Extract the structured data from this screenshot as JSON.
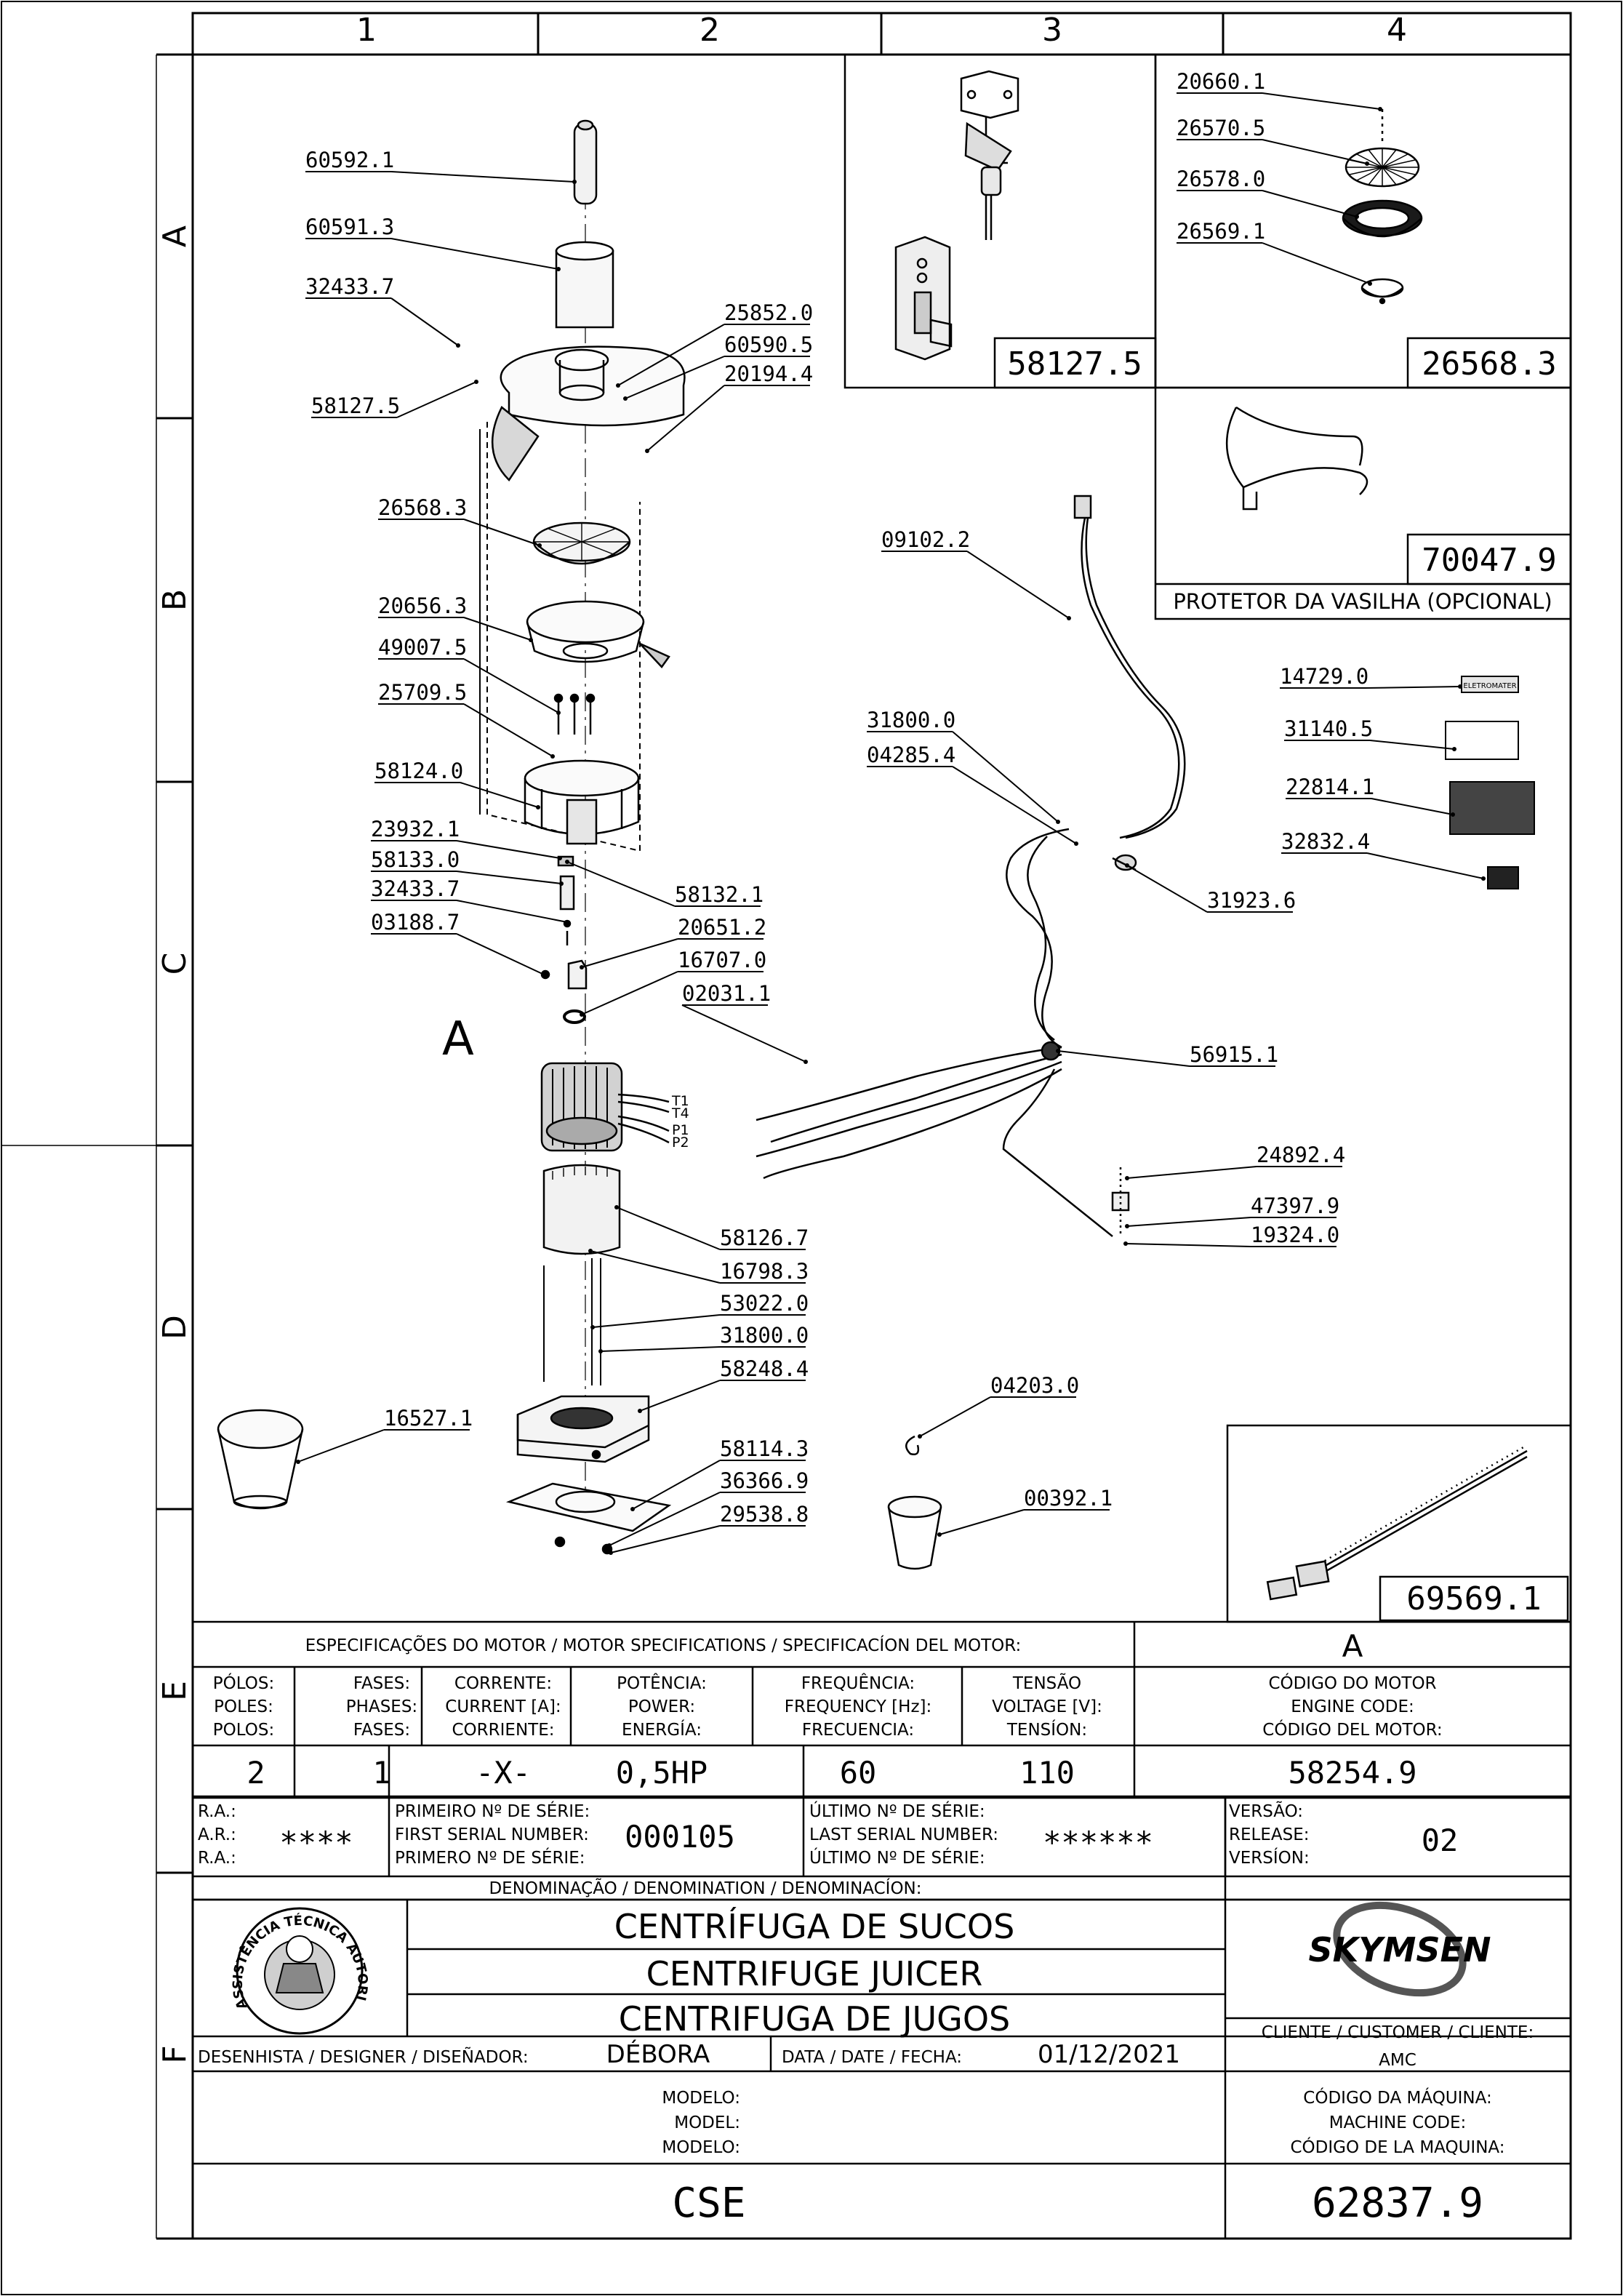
{
  "grid": {
    "columns": [
      "1",
      "2",
      "3",
      "4"
    ],
    "rows": [
      "A",
      "B",
      "C",
      "D",
      "E",
      "F"
    ]
  },
  "callouts": [
    {
      "id": "60592_1",
      "text": "60592.1"
    },
    {
      "id": "60591_3",
      "text": "60591.3"
    },
    {
      "id": "32433_7a",
      "text": "32433.7"
    },
    {
      "id": "58127_5a",
      "text": "58127.5"
    },
    {
      "id": "25852_0",
      "text": "25852.0"
    },
    {
      "id": "60590_5",
      "text": "60590.5"
    },
    {
      "id": "20194_4",
      "text": "20194.4"
    },
    {
      "id": "26568_3a",
      "text": "26568.3"
    },
    {
      "id": "20656_3",
      "text": "20656.3"
    },
    {
      "id": "49007_5",
      "text": "49007.5"
    },
    {
      "id": "25709_5",
      "text": "25709.5"
    },
    {
      "id": "58124_0",
      "text": "58124.0"
    },
    {
      "id": "23932_1",
      "text": "23932.1"
    },
    {
      "id": "58133_0",
      "text": "58133.0"
    },
    {
      "id": "32433_7b",
      "text": "32433.7"
    },
    {
      "id": "03188_7",
      "text": "03188.7"
    },
    {
      "id": "58132_1",
      "text": "58132.1"
    },
    {
      "id": "20651_2",
      "text": "20651.2"
    },
    {
      "id": "16707_0",
      "text": "16707.0"
    },
    {
      "id": "02031_1",
      "text": "02031.1"
    },
    {
      "id": "58126_7",
      "text": "58126.7"
    },
    {
      "id": "16798_3",
      "text": "16798.3"
    },
    {
      "id": "53022_0",
      "text": "53022.0"
    },
    {
      "id": "31800_0b",
      "text": "31800.0"
    },
    {
      "id": "58248_4",
      "text": "58248.4"
    },
    {
      "id": "16527_1",
      "text": "16527.1"
    },
    {
      "id": "58114_3",
      "text": "58114.3"
    },
    {
      "id": "36366_9",
      "text": "36366.9"
    },
    {
      "id": "29538_8",
      "text": "29538.8"
    },
    {
      "id": "04203_0",
      "text": "04203.0"
    },
    {
      "id": "00392_1",
      "text": "00392.1"
    },
    {
      "id": "09102_2",
      "text": "09102.2"
    },
    {
      "id": "31800_0a",
      "text": "31800.0"
    },
    {
      "id": "04285_4",
      "text": "04285.4"
    },
    {
      "id": "31923_6",
      "text": "31923.6"
    },
    {
      "id": "56915_1",
      "text": "56915.1"
    },
    {
      "id": "24892_4",
      "text": "24892.4"
    },
    {
      "id": "47397_9",
      "text": "47397.9"
    },
    {
      "id": "19324_0",
      "text": "19324.0"
    },
    {
      "id": "14729_0",
      "text": "14729.0"
    },
    {
      "id": "31140_5",
      "text": "31140.5"
    },
    {
      "id": "22814_1",
      "text": "22814.1"
    },
    {
      "id": "32832_4",
      "text": "32832.4"
    },
    {
      "id": "20660_1",
      "text": "20660.1"
    },
    {
      "id": "26570_5",
      "text": "26570.5"
    },
    {
      "id": "26578_0",
      "text": "26578.0"
    },
    {
      "id": "26569_1",
      "text": "26569.1"
    }
  ],
  "wire_labels": [
    "T1",
    "T4",
    "P1",
    "P2"
  ],
  "motor_marker": "A",
  "label_brand": "ELETROMATER",
  "detail_boxes": {
    "hinge_code": "58127.5",
    "filter_code": "26568.3",
    "protector_code": "70047.9",
    "protector_caption": "PROTETOR DA VASILHA (OPCIONAL)",
    "cable_code": "69569.1"
  },
  "motor_spec": {
    "title": "ESPECIFICAÇÕES DO MOTOR / MOTOR SPECIFICATIONS / SPECIFICACÍON DEL MOTOR:",
    "marker": "A",
    "headers": [
      {
        "l1": "PÓLOS:",
        "l2": "POLES:",
        "l3": "POLOS:"
      },
      {
        "l1": "FASES:",
        "l2": "PHASES:",
        "l3": "FASES:"
      },
      {
        "l1": "CORRENTE:",
        "l2": "CURRENT [A]:",
        "l3": "CORRIENTE:"
      },
      {
        "l1": "POTÊNCIA:",
        "l2": "POWER:",
        "l3": "ENERGÍA:"
      },
      {
        "l1": "FREQUÊNCIA:",
        "l2": "FREQUENCY [Hz]:",
        "l3": "FRECUENCIA:"
      },
      {
        "l1": "TENSÃO",
        "l2": "VOLTAGE [V]:",
        "l3": "TENSÍON:"
      },
      {
        "l1": "CÓDIGO DO MOTOR",
        "l2": "ENGINE CODE:",
        "l3": "CÓDIGO DEL MOTOR:"
      }
    ],
    "values": [
      "2",
      "1",
      "-X-",
      "0,5HP",
      "60",
      "110",
      "58254.9"
    ]
  },
  "serials": {
    "ra_labels": [
      "R.A.:",
      "A.R.:",
      "R.A.:"
    ],
    "ra_value": "****",
    "first_labels": [
      "PRIMEIRO Nº DE SÉRIE:",
      "FIRST SERIAL NUMBER:",
      "PRIMERO Nº DE SÉRIE:"
    ],
    "first_value": "000105",
    "last_labels": [
      "ÚLTIMO Nº DE SÉRIE:",
      "LAST SERIAL NUMBER:",
      "ÚLTIMO Nº DE SÉRIE:"
    ],
    "last_value": "******",
    "version_labels": [
      "VERSÃO:",
      "RELEASE:",
      "VERSÍON:"
    ],
    "version_value": "02"
  },
  "title_block": {
    "denomination_label": "DENOMINAÇÃO / DENOMINATION / DENOMINACÍON:",
    "names": [
      "CENTRÍFUGA DE SUCOS",
      "CENTRIFUGE JUICER",
      "CENTRIFUGA DE JUGOS"
    ],
    "seal_text": "ASSISTÊNCIA TÉCNICA AUTORIZADA",
    "brand": "SKYMSEN",
    "client_label": "CLIENTE / CUSTOMER / CLIENTE:",
    "client_value": "AMC",
    "designer_label": "DESENHISTA / DESIGNER / DISEÑADOR:",
    "designer_value": "DÉBORA",
    "date_label": "DATA / DATE / FECHA:",
    "date_value": "01/12/2021",
    "model_labels": [
      "MODELO:",
      "MODEL:",
      "MODELO:"
    ],
    "model_value": "CSE",
    "machine_code_labels": [
      "CÓDIGO DA MÁQUINA:",
      "MACHINE CODE:",
      "CÓDIGO DE LA MAQUINA:"
    ],
    "machine_code_value": "62837.9"
  }
}
